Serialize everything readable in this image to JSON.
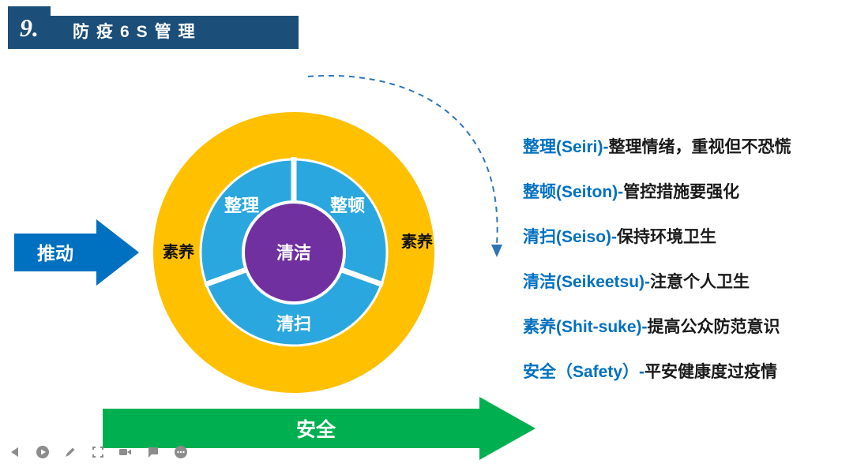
{
  "slide": {
    "number": "9.",
    "title": "防疫6S管理"
  },
  "diagram": {
    "push_arrow": "推动",
    "bottom_arrow": "安全",
    "outer_left": "素养",
    "outer_right": "素养",
    "ring": {
      "top_left": "整理",
      "top_right": "整顿",
      "bottom": "清扫"
    },
    "center": "清洁",
    "colors": {
      "outer_ring": "#FFC000",
      "inner_ring": "#2AA7DF",
      "center": "#7030A0",
      "push_arrow": "#0070C0",
      "bottom_arrow": "#00B050",
      "dashed_arc": "#2E75B6",
      "header": "#1B4E79",
      "legend_term": "#0070C0"
    }
  },
  "legend": {
    "items": [
      {
        "term": "整理(Seiri)-",
        "desc": "整理情绪，重视但不恐慌"
      },
      {
        "term": "整顿(Seiton)-",
        "desc": "管控措施要强化"
      },
      {
        "term": "清扫(Seiso)-",
        "desc": "保持环境卫生"
      },
      {
        "term": "清洁(Seikeetsu)-",
        "desc": "注意个人卫生"
      },
      {
        "term": "素养(Shit-suke)-",
        "desc": "提高公众防范意识"
      },
      {
        "term": "安全（Safety）-",
        "desc": "平安健康度过疫情"
      }
    ]
  },
  "toolbar": {
    "icons": [
      "previous",
      "play",
      "annotate",
      "scan",
      "camera",
      "comments",
      "more"
    ]
  }
}
